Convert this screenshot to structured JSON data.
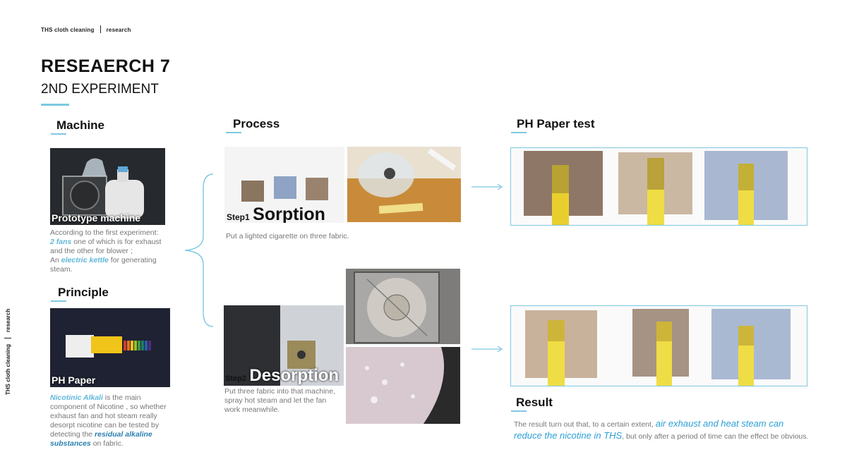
{
  "header": {
    "project": "THS cloth cleaning",
    "section": "research"
  },
  "side_header": {
    "project": "THS cloth cleaning",
    "section": "research"
  },
  "title": "RESEAERCH 7",
  "subtitle": "2ND EXPERIMENT",
  "machine": {
    "heading": "Machine",
    "image_caption": "Prototype machine",
    "text": {
      "line1": "According to the first experiment:",
      "fans": "2 fans",
      "line2": " one of which is for exhaust",
      "line3": "and the other for blower ;",
      "an": "An ",
      "kettle": "electric kettle",
      "line4": " for generating",
      "line5": "steam."
    }
  },
  "principle": {
    "heading": "Principle",
    "image_caption": "PH Paper",
    "text": {
      "alkali": "Nicotinic Alkali",
      "line1": " is the main",
      "line2": "component of Nicotine , so whether",
      "line3": "exhaust fan and hot steam really",
      "line4": "desorpt nicotine can be tested by",
      "line5": "detecting the ",
      "residual1": "residual alkaline",
      "residual2": "substances",
      "line6": " on fabric."
    }
  },
  "process": {
    "heading": "Process",
    "step1": {
      "label": "Step1",
      "name": "Sorption",
      "desc": "Put a lighted cigarette on three fabric."
    },
    "step2": {
      "label": "Step2",
      "name": "Desorption",
      "desc": [
        "Put three fabric into that machine,",
        "spray hot steam and let the fan",
        "work meanwhile."
      ]
    }
  },
  "ph_test": {
    "heading": "PH Paper test"
  },
  "result": {
    "heading": "Result",
    "text": {
      "part1": "The result turn out that, to a certain extent, ",
      "hl1": "air exhaust",
      "and": " and ",
      "hl2": "heat steam",
      "can": " can",
      "hl3": "reduce the nicotine in THS",
      "part2": ", but only after a period of time can the effect be obvious."
    }
  },
  "colors": {
    "accent": "#7ec8e3",
    "highlight": "#5fb7d8",
    "highlight_dark": "#2a7fb0"
  }
}
